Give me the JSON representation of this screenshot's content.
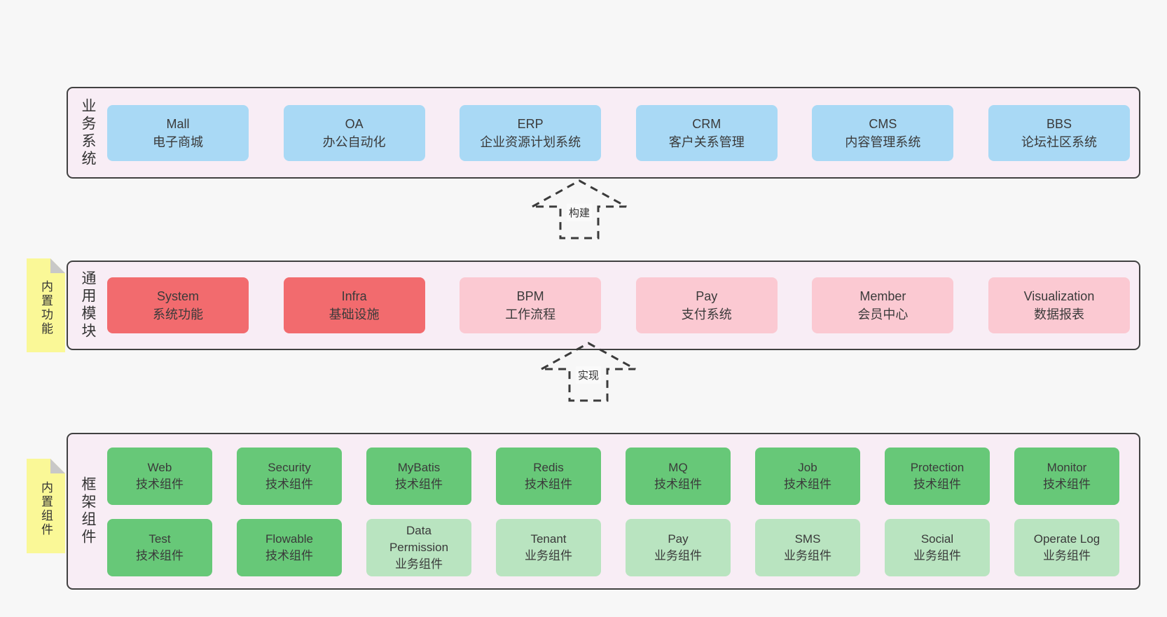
{
  "palette": {
    "blue": "#a9d9f5",
    "red": "#f26b6e",
    "pink": "#fbc9d2",
    "green": "#67c878",
    "light_green": "#b9e4c0",
    "yellow_note": "#faf897",
    "band_bg": "#f8edf5",
    "border": "#414141"
  },
  "bands": [
    {
      "id": "business",
      "label": "业务系统",
      "note": null,
      "rows": [
        [
          {
            "title": "Mall",
            "subtitle": "电子商城",
            "variant": "blue"
          },
          {
            "title": "OA",
            "subtitle": "办公自动化",
            "variant": "blue"
          },
          {
            "title": "ERP",
            "subtitle": "企业资源计划系统",
            "variant": "blue"
          },
          {
            "title": "CRM",
            "subtitle": "客户关系管理",
            "variant": "blue"
          },
          {
            "title": "CMS",
            "subtitle": "内容管理系统",
            "variant": "blue"
          },
          {
            "title": "BBS",
            "subtitle": "论坛社区系统",
            "variant": "blue"
          }
        ]
      ]
    },
    {
      "id": "modules",
      "label": "通用模块",
      "note": "内置功能",
      "rows": [
        [
          {
            "title": "System",
            "subtitle": "系统功能",
            "variant": "red"
          },
          {
            "title": "Infra",
            "subtitle": "基础设施",
            "variant": "red"
          },
          {
            "title": "BPM",
            "subtitle": "工作流程",
            "variant": "pink"
          },
          {
            "title": "Pay",
            "subtitle": "支付系统",
            "variant": "pink"
          },
          {
            "title": "Member",
            "subtitle": "会员中心",
            "variant": "pink"
          },
          {
            "title": "Visualization",
            "subtitle": "数据报表",
            "variant": "pink"
          }
        ]
      ]
    },
    {
      "id": "components",
      "label": "框架组件",
      "note": "内置组件",
      "rows": [
        [
          {
            "title": "Web",
            "subtitle": "技术组件",
            "variant": "green"
          },
          {
            "title": "Security",
            "subtitle": "技术组件",
            "variant": "green"
          },
          {
            "title": "MyBatis",
            "subtitle": "技术组件",
            "variant": "green"
          },
          {
            "title": "Redis",
            "subtitle": "技术组件",
            "variant": "green"
          },
          {
            "title": "MQ",
            "subtitle": "技术组件",
            "variant": "green"
          },
          {
            "title": "Job",
            "subtitle": "技术组件",
            "variant": "green"
          },
          {
            "title": "Protection",
            "subtitle": "技术组件",
            "variant": "green"
          },
          {
            "title": "Monitor",
            "subtitle": "技术组件",
            "variant": "green"
          }
        ],
        [
          {
            "title": "Test",
            "subtitle": "技术组件",
            "variant": "green"
          },
          {
            "title": "Flowable",
            "subtitle": "技术组件",
            "variant": "green"
          },
          {
            "title": "Data Permission",
            "subtitle": "业务组件",
            "variant": "light_green"
          },
          {
            "title": "Tenant",
            "subtitle": "业务组件",
            "variant": "light_green"
          },
          {
            "title": "Pay",
            "subtitle": "业务组件",
            "variant": "light_green"
          },
          {
            "title": "SMS",
            "subtitle": "业务组件",
            "variant": "light_green"
          },
          {
            "title": "Social",
            "subtitle": "业务组件",
            "variant": "light_green"
          },
          {
            "title": "Operate Log",
            "subtitle": "业务组件",
            "variant": "light_green"
          }
        ]
      ]
    }
  ],
  "arrows": [
    {
      "label": "构建"
    },
    {
      "label": "实现"
    }
  ]
}
